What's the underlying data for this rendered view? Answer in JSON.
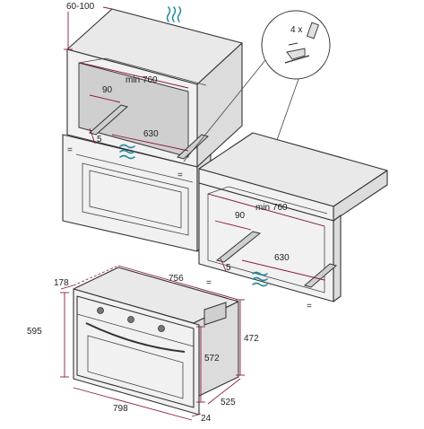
{
  "labels": {
    "top_gap": "60-100",
    "min_depth_upper": "min 760",
    "upper_90": "90",
    "upper_630": "630",
    "upper_5": "5",
    "lower_min_depth": "min 760",
    "lower_90": "90",
    "lower_630": "630",
    "lower_5": "5",
    "detail_count": "4 x",
    "oven_756": "756",
    "oven_178": "178",
    "oven_595": "595",
    "oven_472": "472",
    "oven_572": "572",
    "oven_525": "525",
    "oven_798": "798",
    "oven_24": "24",
    "eq1": "=",
    "eq2": "=",
    "eq3": "=",
    "eq4": "="
  },
  "icons": {
    "airflow": "airflow-wave-icon",
    "bracket": "mounting-bracket-icon"
  },
  "colors": {
    "dimension": "#8a1c3c",
    "airflow": "#2a8aa0"
  }
}
